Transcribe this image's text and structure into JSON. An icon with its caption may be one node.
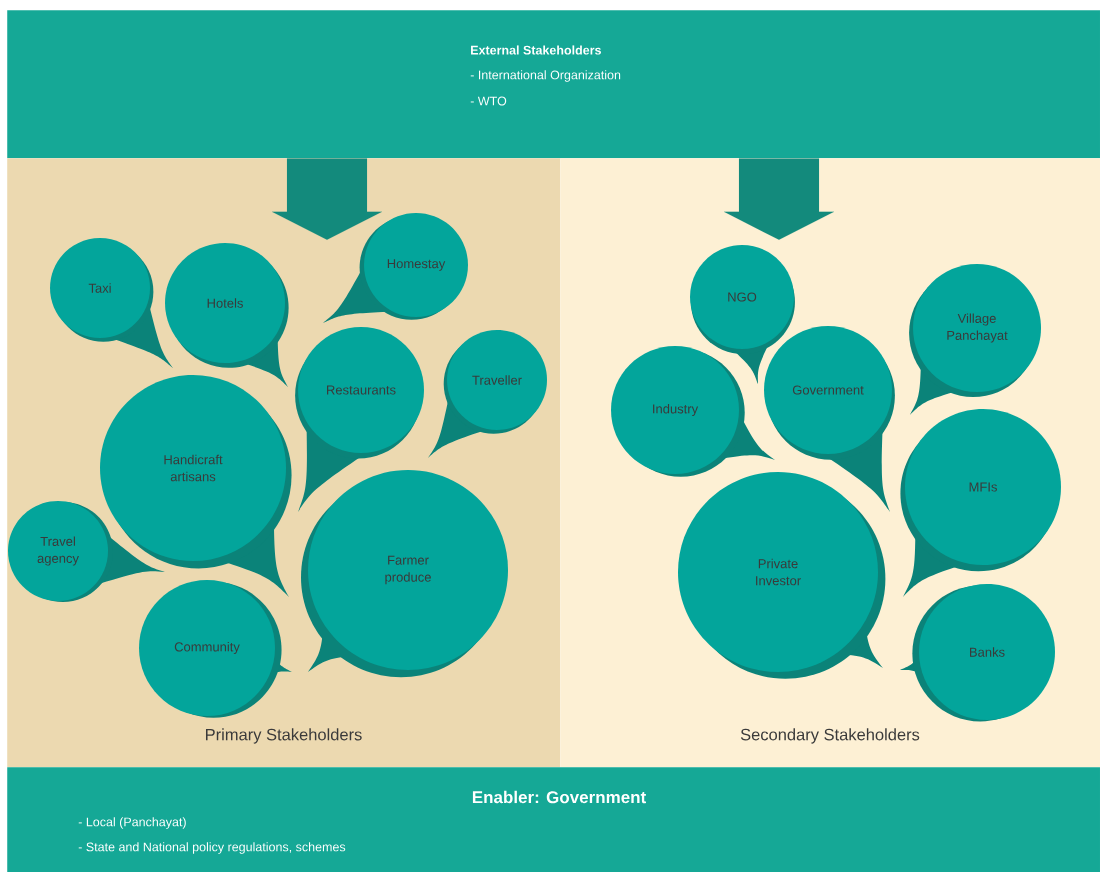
{
  "diagram": {
    "nodes": [
      {
        "text": [
          "External Stakeholders",
          "- International Organization",
          "- WTO"
        ]
      },
      {
        "text": [
          "Primary Stakeholders"
        ]
      },
      {
        "text": [
          "Homestay"
        ],
        "in": 1
      },
      {
        "text": [
          "Taxi"
        ],
        "in": 1
      },
      {
        "text": [
          "Hotels"
        ],
        "in": 1
      },
      {
        "text": [
          "Traveller"
        ],
        "in": 1
      },
      {
        "text": [
          "Restaurants"
        ],
        "in": 1
      },
      {
        "text": [
          "Handicraft artisans"
        ],
        "in": 1
      },
      {
        "text": [
          "Travel agency"
        ],
        "in": 1
      },
      {
        "text": [
          "Farmer produce"
        ],
        "in": 1
      },
      {
        "text": [
          "Community"
        ],
        "in": 1
      },
      {
        "text": [
          "Secondary Stakeholders"
        ]
      },
      {
        "text": [
          "NGO"
        ],
        "in": 11
      },
      {
        "text": [
          "Village Panchayat"
        ],
        "in": 11
      },
      {
        "text": [
          "Government"
        ],
        "in": 11
      },
      {
        "text": [
          "Industry"
        ],
        "in": 11
      },
      {
        "text": [
          "MFIs"
        ],
        "in": 11
      },
      {
        "text": [
          "Private Investor"
        ],
        "in": 11
      },
      {
        "text": [
          "Banks"
        ],
        "in": 11
      },
      {
        "text": [
          "Enabler: Government",
          "- Local (Panchayat)",
          "- State and National policy regulations, schemes"
        ]
      }
    ],
    "edges": [
      {
        "from": 0,
        "to": 2,
        "arrow": "to"
      },
      {
        "from": 0,
        "to": 12,
        "arrow": "to"
      }
    ]
  }
}
